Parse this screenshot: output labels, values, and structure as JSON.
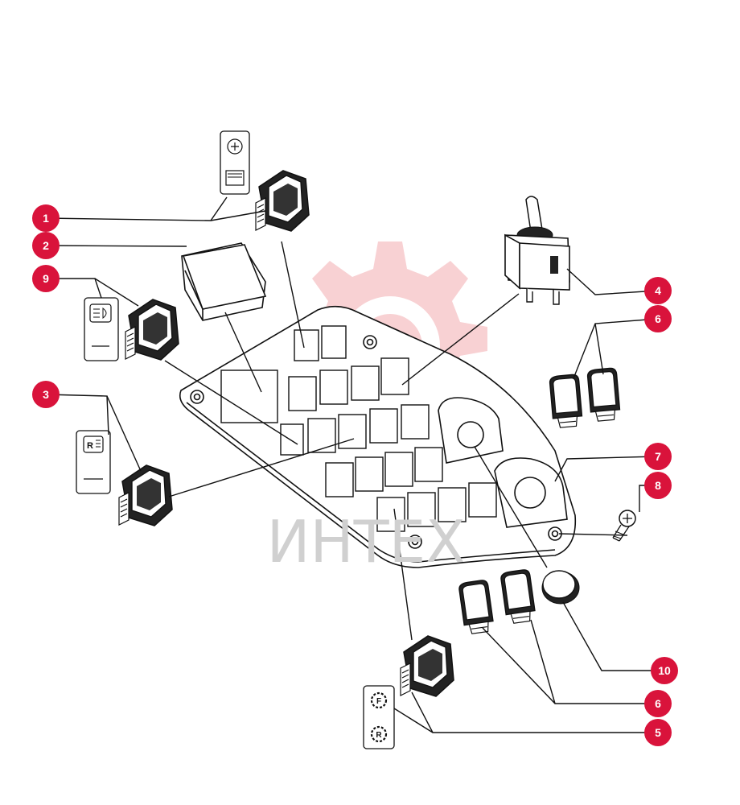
{
  "watermark": {
    "text": "ИНТЕХ",
    "gear_color": "#f7c9cc"
  },
  "callout_color": "#d9133b",
  "callouts": [
    {
      "id": "c1",
      "label": "1"
    },
    {
      "id": "c2",
      "label": "2"
    },
    {
      "id": "c9",
      "label": "9"
    },
    {
      "id": "c3",
      "label": "3"
    },
    {
      "id": "c4",
      "label": "4"
    },
    {
      "id": "c6a",
      "label": "6"
    },
    {
      "id": "c7",
      "label": "7"
    },
    {
      "id": "c8",
      "label": "8"
    },
    {
      "id": "c10",
      "label": "10"
    },
    {
      "id": "c6b",
      "label": "6"
    },
    {
      "id": "c5",
      "label": "5"
    }
  ],
  "icons": {
    "work_light_icon": "work-light-icon",
    "headlight_icon": "headlight-icon",
    "rear_light_icon": "rear-light-icon",
    "forward_icon": "forward-gear-icon",
    "reverse_icon": "reverse-gear-icon"
  },
  "labels": {
    "forward": "F",
    "reverse": "R",
    "rear": "R"
  }
}
